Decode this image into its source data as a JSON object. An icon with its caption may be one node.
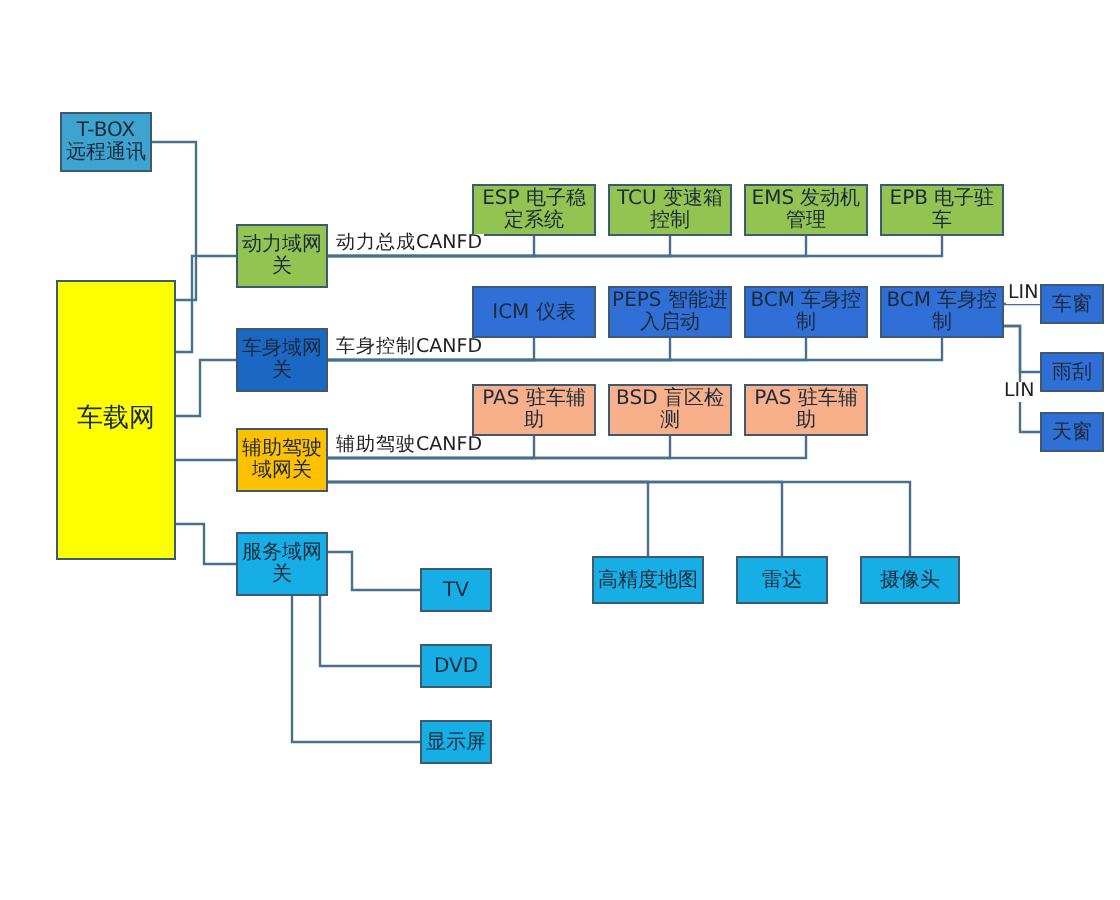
{
  "diagram": {
    "nodes": [
      {
        "text": [
          "T-BOX 远程通讯"
        ]
      },
      {
        "text": [
          "车载网"
        ]
      },
      {
        "text": [
          "动力域网关"
        ]
      },
      {
        "text": [
          "车身域网关"
        ]
      },
      {
        "text": [
          "辅助驾驶域网关"
        ]
      },
      {
        "text": [
          "服务域网关"
        ]
      },
      {
        "text": [
          "ESP 电子稳定系统"
        ]
      },
      {
        "text": [
          "TCU 变速箱控制"
        ]
      },
      {
        "text": [
          "EMS 发动机管理"
        ]
      },
      {
        "text": [
          "EPB 电子驻车"
        ]
      },
      {
        "text": [
          "ICM 仪表"
        ]
      },
      {
        "text": [
          "PEPS 智能进入启动"
        ]
      },
      {
        "text": [
          "BCM 车身控制"
        ]
      },
      {
        "text": [
          "BCM 车身控制"
        ]
      },
      {
        "text": [
          "PAS 驻车辅助"
        ]
      },
      {
        "text": [
          "BSD 盲区检测"
        ]
      },
      {
        "text": [
          "PAS 驻车辅助"
        ]
      },
      {
        "text": [
          "车窗"
        ]
      },
      {
        "text": [
          "雨刮"
        ]
      },
      {
        "text": [
          "天窗"
        ]
      },
      {
        "text": [
          "高精度地图"
        ]
      },
      {
        "text": [
          "雷达"
        ]
      },
      {
        "text": [
          "摄像头"
        ]
      },
      {
        "text": [
          "TV"
        ]
      },
      {
        "text": [
          "DVD"
        ]
      },
      {
        "text": [
          "显示屏"
        ]
      }
    ],
    "edges": [
      {
        "from": 0,
        "to": 1,
        "arrow": "none"
      },
      {
        "from": 1,
        "to": 2,
        "arrow": "none"
      },
      {
        "from": 1,
        "to": 3,
        "arrow": "none"
      },
      {
        "from": 1,
        "to": 4,
        "arrow": "none"
      },
      {
        "from": 1,
        "to": 5,
        "arrow": "none"
      },
      {
        "from": 2,
        "to": 6,
        "arrow": "none",
        "label": "动力总成CANFD"
      },
      {
        "from": 2,
        "to": 7,
        "arrow": "none"
      },
      {
        "from": 2,
        "to": 8,
        "arrow": "none"
      },
      {
        "from": 2,
        "to": 9,
        "arrow": "none"
      },
      {
        "from": 3,
        "to": 10,
        "arrow": "none",
        "label": "车身控制CANFD"
      },
      {
        "from": 3,
        "to": 11,
        "arrow": "none"
      },
      {
        "from": 3,
        "to": 12,
        "arrow": "none"
      },
      {
        "from": 3,
        "to": 13,
        "arrow": "none"
      },
      {
        "from": 4,
        "to": 14,
        "arrow": "none",
        "label": "辅助驾驶CANFD"
      },
      {
        "from": 4,
        "to": 15,
        "arrow": "none"
      },
      {
        "from": 4,
        "to": 16,
        "arrow": "none"
      },
      {
        "from": 4,
        "to": 20,
        "arrow": "none"
      },
      {
        "from": 4,
        "to": 21,
        "arrow": "none"
      },
      {
        "from": 4,
        "to": 22,
        "arrow": "none"
      },
      {
        "from": 13,
        "to": 17,
        "arrow": "none",
        "label": "LIN"
      },
      {
        "from": 13,
        "to": 18,
        "arrow": "none",
        "label": "LIN"
      },
      {
        "from": 13,
        "to": 19,
        "arrow": "none"
      },
      {
        "from": 5,
        "to": 23,
        "arrow": "none"
      },
      {
        "from": 5,
        "to": 24,
        "arrow": "none"
      },
      {
        "from": 5,
        "to": 25,
        "arrow": "none"
      }
    ]
  }
}
